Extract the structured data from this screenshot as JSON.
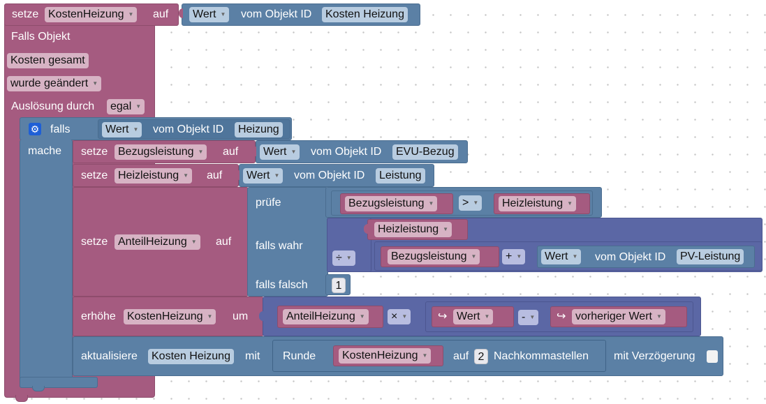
{
  "top": {
    "setze": "setze",
    "var": "KostenHeizung",
    "auf": "auf",
    "wert": "Wert",
    "vom_objekt": "vom Objekt ID",
    "object_id": "Kosten Heizung"
  },
  "trigger": {
    "falls_objekt": "Falls Objekt",
    "object": "Kosten gesamt",
    "condition": "wurde geändert",
    "ausloesung": "Auslösung durch",
    "ausloesung_value": "egal"
  },
  "if_block": {
    "falls": "falls",
    "mache": "mache",
    "wert": "Wert",
    "vom_objekt": "vom Objekt ID",
    "object_id": "Heizung"
  },
  "set1": {
    "setze": "setze",
    "var": "Bezugsleistung",
    "auf": "auf",
    "wert": "Wert",
    "vom_objekt": "vom Objekt ID",
    "object_id": "EVU-Bezug"
  },
  "set2": {
    "setze": "setze",
    "var": "Heizleistung",
    "auf": "auf",
    "wert": "Wert",
    "vom_objekt": "vom Objekt ID",
    "object_id": "Leistung"
  },
  "set3": {
    "setze": "setze",
    "var": "AnteilHeizung",
    "auf": "auf",
    "pruefe": "prüfe",
    "cmp_left": "Bezugsleistung",
    "cmp_op": ">",
    "cmp_right": "Heizleistung",
    "falls_wahr": "falls wahr",
    "div_op": "÷",
    "div_num": "Heizleistung",
    "add_left": "Bezugsleistung",
    "add_op": "+",
    "wert": "Wert",
    "vom_objekt": "vom Objekt ID",
    "object_id": "PV-Leistung",
    "falls_falsch": "falls falsch",
    "false_value": "1"
  },
  "increment": {
    "erhoehe": "erhöhe",
    "var": "KostenHeizung",
    "um": "um",
    "mul_left": "AnteilHeizung",
    "mul_op": "×",
    "arrow_icon": "↪",
    "wert": "Wert",
    "sub_op": "-",
    "vorheriger": "vorheriger Wert"
  },
  "update": {
    "aktualisiere": "aktualisiere",
    "object_id": "Kosten Heizung",
    "mit": "mit",
    "runde": "Runde",
    "var": "KostenHeizung",
    "auf": "auf",
    "decimals": "2",
    "nachkommastellen": "Nachkommastellen",
    "verzoegerung": "mit Verzögerung"
  },
  "icons": {
    "gear": "⚙",
    "dropdown": "▼"
  }
}
